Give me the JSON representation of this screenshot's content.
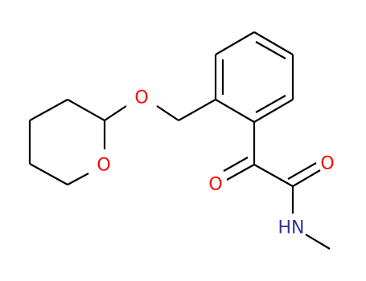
{
  "molecule": {
    "atoms": {
      "oxygen_ether": "O",
      "oxygen_ring": "O",
      "oxygen_ketone": "O",
      "oxygen_amide": "O",
      "nitrogen_amide": "HN"
    },
    "colors": {
      "bond": "#000000",
      "oxygen": "#ff0000",
      "nitrogen": "#333399",
      "background": "#ffffff"
    }
  }
}
